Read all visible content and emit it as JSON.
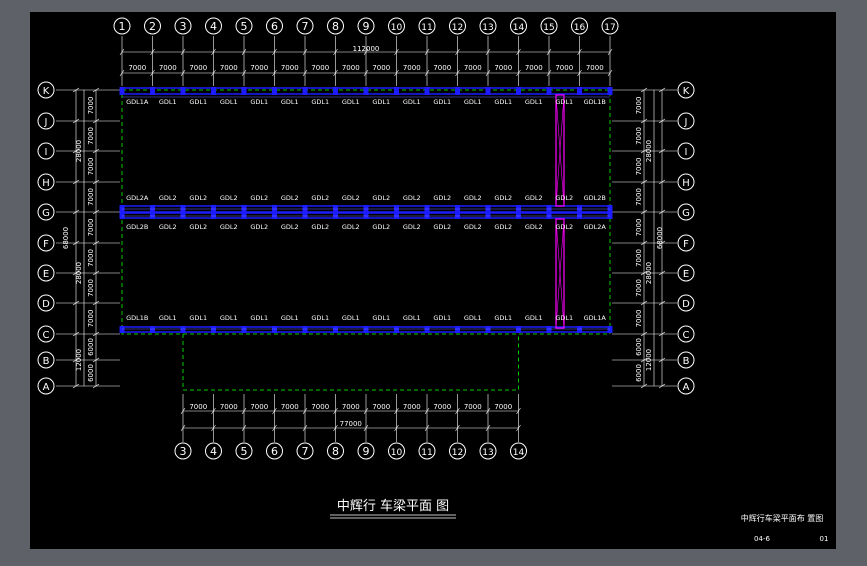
{
  "drawing": {
    "title": "中辉行 车梁平面 图",
    "title_block": {
      "name": "中辉行车梁平面布 置图",
      "number": "04-6",
      "sheet": "01"
    }
  },
  "grid": {
    "top_axes": [
      "1",
      "2",
      "3",
      "4",
      "5",
      "6",
      "7",
      "8",
      "9",
      "10",
      "11",
      "12",
      "13",
      "14",
      "15",
      "16",
      "17"
    ],
    "top_total": "112000",
    "top_span": "7000",
    "row_axes": [
      "K",
      "J",
      "I",
      "H",
      "G",
      "F",
      "E",
      "D",
      "C",
      "B",
      "A"
    ],
    "row_span": "7000",
    "row_bottom_span": "6000",
    "side_labels": [
      "28000",
      "28000",
      "12000",
      "68000"
    ],
    "bottom_axes": [
      "3",
      "4",
      "5",
      "6",
      "7",
      "8",
      "9",
      "10",
      "11",
      "12",
      "13",
      "14"
    ],
    "bottom_total": "77000",
    "bottom_span": "7000"
  },
  "beams": {
    "row1": [
      "GDL1A",
      "GDL1",
      "GDL1",
      "GDL1",
      "GDL1",
      "GDL1",
      "GDL1",
      "GDL1",
      "GDL1",
      "GDL1",
      "GDL1",
      "GDL1",
      "GDL1",
      "GDL1",
      "GDL1",
      "GDL1B"
    ],
    "row2": [
      "GDL2A",
      "GDL2",
      "GDL2",
      "GDL2",
      "GDL2",
      "GDL2",
      "GDL2",
      "GDL2",
      "GDL2",
      "GDL2",
      "GDL2",
      "GDL2",
      "GDL2",
      "GDL2",
      "GDL2",
      "GDL2B"
    ],
    "row3": [
      "GDL2B",
      "GDL2",
      "GDL2",
      "GDL2",
      "GDL2",
      "GDL2",
      "GDL2",
      "GDL2",
      "GDL2",
      "GDL2",
      "GDL2",
      "GDL2",
      "GDL2",
      "GDL2",
      "GDL2",
      "GDL2A"
    ],
    "row4": [
      "GDL1B",
      "GDL1",
      "GDL1",
      "GDL1",
      "GDL1",
      "GDL1",
      "GDL1",
      "GDL1",
      "GDL1",
      "GDL1",
      "GDL1",
      "GDL1",
      "GDL1",
      "GDL1",
      "GDL1",
      "GDL1A"
    ]
  },
  "colors": {
    "background": "#000000",
    "frame": "#5e6268",
    "lines": "#ffffff",
    "beam": "#1c1cff",
    "bracing": "#ff00ff",
    "outline": "#00c800"
  }
}
